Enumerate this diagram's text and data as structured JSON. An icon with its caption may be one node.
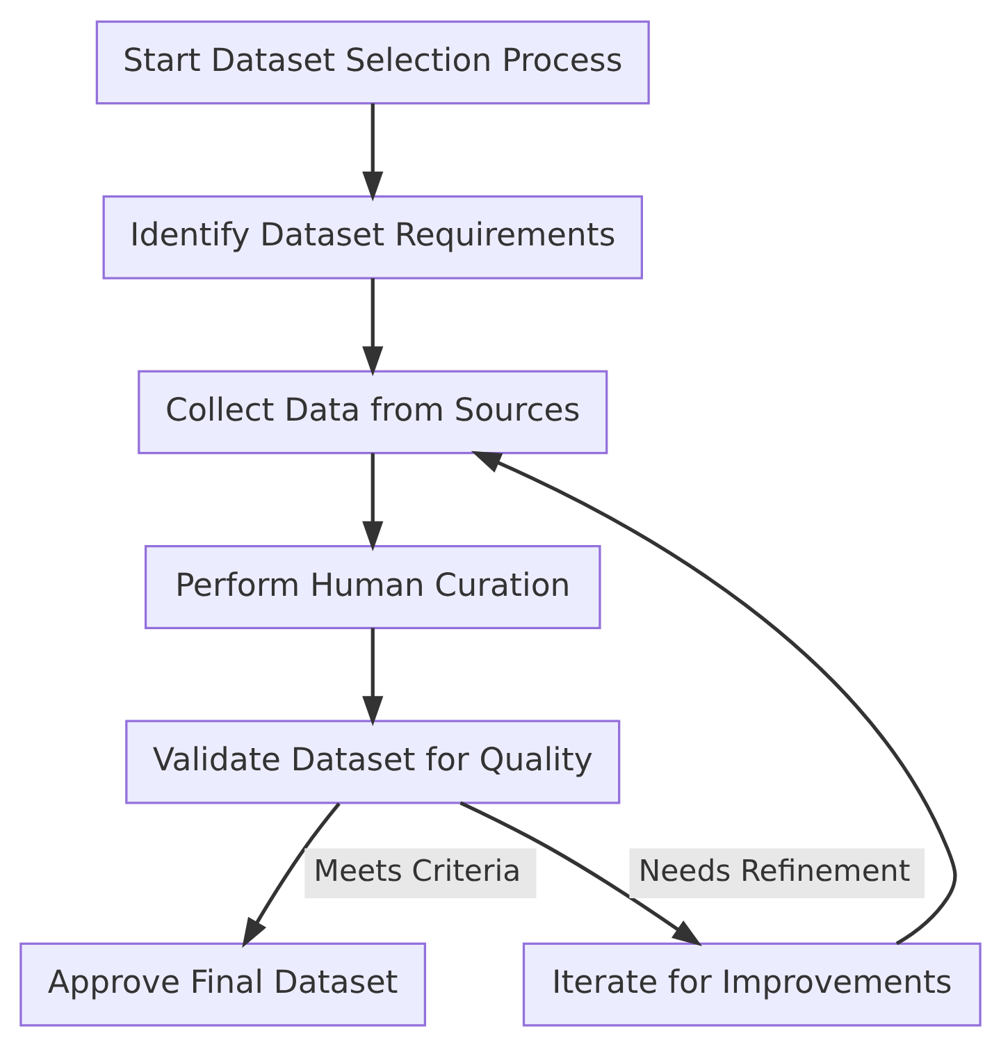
{
  "diagram": {
    "nodes": [
      {
        "text": [
          "Start Dataset Selection Process"
        ]
      },
      {
        "text": [
          "Identify Dataset Requirements"
        ]
      },
      {
        "text": [
          "Collect Data from Sources"
        ]
      },
      {
        "text": [
          "Perform Human Curation"
        ]
      },
      {
        "text": [
          "Validate Dataset for Quality"
        ]
      },
      {
        "text": [
          "Approve Final Dataset"
        ]
      },
      {
        "text": [
          "Iterate for Improvements"
        ]
      }
    ],
    "edges": [
      {
        "from": 0,
        "to": 1,
        "arrow": "to"
      },
      {
        "from": 1,
        "to": 2,
        "arrow": "to"
      },
      {
        "from": 2,
        "to": 3,
        "arrow": "to"
      },
      {
        "from": 3,
        "to": 4,
        "arrow": "to"
      },
      {
        "from": 4,
        "to": 5,
        "arrow": "to",
        "label": "Meets Criteria"
      },
      {
        "from": 4,
        "to": 6,
        "arrow": "to",
        "label": "Needs Refinement"
      },
      {
        "from": 6,
        "to": 2,
        "arrow": "to"
      }
    ]
  }
}
